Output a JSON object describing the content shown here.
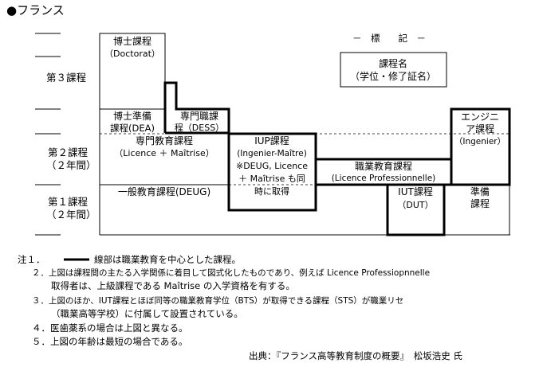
{
  "title": "●フランス",
  "levels": {
    "third": "第３課程",
    "second": [
      "第２課程",
      "（２年間）"
    ],
    "first": [
      "第１課程",
      "（２年間）"
    ]
  },
  "legend": {
    "header": "－　標　　記　－",
    "line1": "課程名",
    "line2": "（学位・修了証名）"
  },
  "boxes": {
    "doctorat": [
      "博士課程",
      "（Doctorat）"
    ],
    "dea": [
      "博士準備",
      "課程(DEA)"
    ],
    "dess": [
      "専門職課",
      "程（DESS）"
    ],
    "licence": [
      "専門教育課程",
      "（Licence ＋ Maîtrise）"
    ],
    "deug": "一般教育課程(DEUG)",
    "iup": [
      "IUP課程",
      "(Ingenier-Maître)",
      "※DEUG, Licence",
      "＋ Maîtrise も同",
      "時に取得"
    ],
    "prof_licence": [
      "職業教育課程",
      "(Licence Professionnelle)"
    ],
    "iut": [
      "IUT課程",
      "（DUT）"
    ],
    "engineer": [
      "エンジニ",
      "ア課程",
      "（Ingenier）"
    ],
    "prep": [
      "準備",
      "課程"
    ]
  },
  "notes": [
    "注１．",
    "線部は職業教育を中心とした課程。",
    "２．上図は課程間の主たる入学関係に着目して図式化したものであり、例えば Licence Professiopnnelle",
    "取得者は、上級課程である Maîtrise の入学資格を有する。",
    "３．上図のほか、IUT課程とほぼ同等の職業教育学位（BTS）が取得できる課程（STS）が職業リセ",
    "（職業高等学校）に付属して設置されている。",
    "４．医歯薬系の場合は上図と異なる。",
    "５．上図の年齢は最短の場合である。"
  ],
  "source": "出典：『フランス高等教育制度の概要』　松坂浩史 氏"
}
